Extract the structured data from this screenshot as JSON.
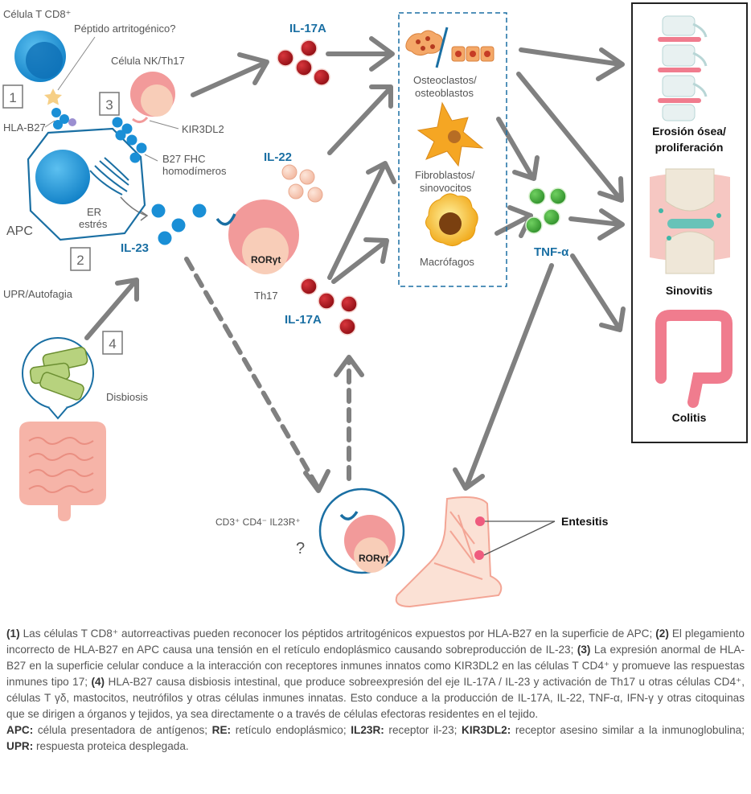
{
  "labels": {
    "cd8": "Célula T CD8⁺",
    "peptide": "Péptido artritogénico?",
    "nk": "Célula NK/Th17",
    "hlab27": "HLA-B27",
    "kir": "KIR3DL2",
    "b27fhc_1": "B27 FHC",
    "b27fhc_2": "homodímeros",
    "er_1": "ER",
    "er_2": "estrés",
    "apc": "APC",
    "il23": "IL-23",
    "upr": "UPR/Autofagia",
    "disbiosis": "Disbiosis",
    "il17a_top": "IL-17A",
    "il22": "IL-22",
    "th17": "Th17",
    "il17a_mid": "IL-17A",
    "roryt": "RORγt",
    "roryt2": "RORγt",
    "cd3": "CD3⁺ CD4⁻ IL23R⁺",
    "question": "?",
    "osteo_1": "Osteoclastos/",
    "osteo_2": "osteoblastos",
    "fibro_1": "Fibroblastos/",
    "fibro_2": "sinovocitos",
    "macro": "Macrófagos",
    "tnf": "TNF-α",
    "erosion_1": "Erosión ósea/",
    "erosion_2": "proliferación",
    "sinovitis": "Sinovitis",
    "colitis": "Colitis",
    "entesitis": "Entesitis"
  },
  "numbers": {
    "n1": "1",
    "n2": "2",
    "n3": "3",
    "n4": "4"
  },
  "caption": {
    "p1_n1": "(1)",
    "p1_t1": " Las células T CD8⁺ autorreactivas pueden reconocer los péptidos artritogénicos expuestos por HLA-B27 en la superficie de APC; ",
    "p1_n2": "(2)",
    "p1_t2": " El plegamiento incorrecto de HLA-B27 en APC causa una tensión en el retículo endoplásmico causando sobreproducción de IL-23; ",
    "p1_n3": "(3)",
    "p1_t3": " La expresión anormal de HLA-B27 en la superficie celular conduce a la interacción con receptores inmunes innatos como KIR3DL2 en las células T CD4⁺ y promueve las respuestas inmunes tipo 17; ",
    "p1_n4": "(4)",
    "p1_t4": " HLA-B27 causa disbiosis intestinal, que produce sobreexpresión del eje IL-17A / IL-23 y activación de Th17 u otras células CD4⁺, células T γδ, mastocitos, neutrófilos y otras células inmunes innatas. Esto conduce a la producción de IL-17A, IL-22, TNF-α, IFN-γ y otras citoquinas que se dirigen a órganos y tejidos, ya sea directamente o a través de células efectoras residentes en el tejido.",
    "g_apc_k": "APC:",
    "g_apc_v": " célula presentadora de antígenos; ",
    "g_re_k": "RE:",
    "g_re_v": " retículo endoplásmico; ",
    "g_il_k": "IL23R:",
    "g_il_v": " receptor il-23; ",
    "g_kir_k": "KIR3DL2:",
    "g_kir_v": " receptor asesino similar a la inmunoglobulina; ",
    "g_upr_k": "UPR:",
    "g_upr_v": " respuesta proteica desplegada."
  },
  "colors": {
    "blue": "#1a8fd6",
    "darkblue": "#1a6fa3",
    "red": "#b0131b",
    "peach": "#f8cdb8",
    "green": "#4caa3c",
    "arrow": "#808080",
    "pink": "#f29a9a"
  }
}
